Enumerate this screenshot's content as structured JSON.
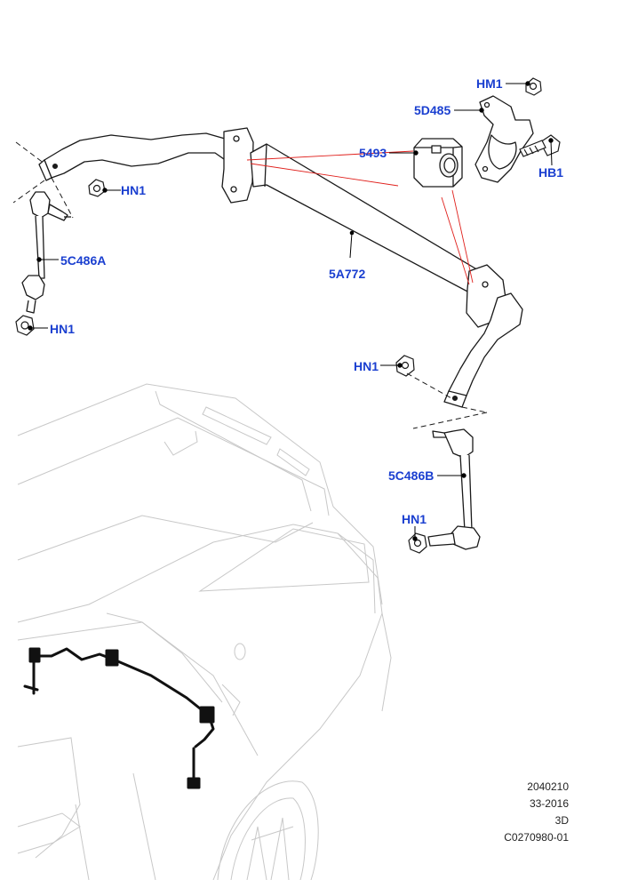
{
  "callouts": {
    "hm1": "HM1",
    "p5d485": "5D485",
    "p5493": "5493",
    "hb1": "HB1",
    "hn1_top": "HN1",
    "p5c486a": "5C486A",
    "hn1_left": "HN1",
    "p5a772": "5A772",
    "hn1_right": "HN1",
    "p5c486b": "5C486B",
    "hn1_bottom": "HN1"
  },
  "footer": {
    "line1": "2040210",
    "line2": "33-2016",
    "line3": "3D",
    "line4": "C0270980-01"
  },
  "colors": {
    "callout_text": "#1a3fd0",
    "leader_line": "#000000",
    "bushing_guides": "#e0201c",
    "vehicle_outline": "#c8c8c8",
    "part_outline": "#1a1a1a"
  }
}
